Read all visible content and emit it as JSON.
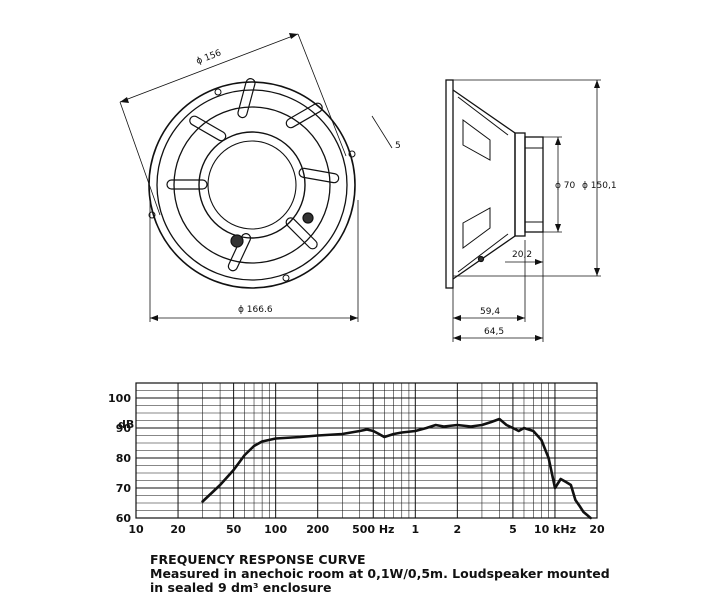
{
  "dimensions": {
    "front": {
      "outer_diameter": "ϕ 156",
      "mount_offset": "5",
      "total_width": "ϕ 166.6"
    },
    "side": {
      "magnet_diameter": "ϕ 70",
      "cone_diameter": "ϕ 150,1",
      "magnet_depth": "20,2",
      "depth": "59,4",
      "total_depth": "64,5"
    }
  },
  "caption": {
    "title": "FREQUENCY RESPONSE CURVE",
    "line1": "Measured in anechoic room at 0,1W/0,5m. Loudspeaker mounted",
    "line2": "in sealed 9 dm³ enclosure"
  },
  "chart_data": {
    "type": "line",
    "ylabel": "dB",
    "x_scale": "log",
    "xlim": [
      10,
      20000
    ],
    "ylim": [
      60,
      105
    ],
    "grid": true,
    "xticks": [
      {
        "value": 10,
        "label": "10"
      },
      {
        "value": 20,
        "label": "20"
      },
      {
        "value": 50,
        "label": "50"
      },
      {
        "value": 100,
        "label": "100"
      },
      {
        "value": 200,
        "label": "200"
      },
      {
        "value": 500,
        "label": "500 Hz"
      },
      {
        "value": 1000,
        "label": "1"
      },
      {
        "value": 2000,
        "label": "2"
      },
      {
        "value": 5000,
        "label": "5"
      },
      {
        "value": 10000,
        "label": "10 kHz"
      },
      {
        "value": 20000,
        "label": "20"
      }
    ],
    "yticks": [
      {
        "value": 60,
        "label": "60"
      },
      {
        "value": 70,
        "label": "70"
      },
      {
        "value": 80,
        "label": "80"
      },
      {
        "value": 90,
        "label": "90"
      },
      {
        "value": 100,
        "label": "100"
      }
    ],
    "series": [
      {
        "x": [
          30,
          40,
          50,
          60,
          70,
          80,
          100,
          150,
          200,
          300,
          400,
          450,
          500,
          550,
          600,
          700,
          800,
          1000,
          1200,
          1400,
          1600,
          2000,
          2500,
          3000,
          3500,
          4000,
          4500,
          5000,
          5500,
          6000,
          7000,
          8000,
          9000,
          10000,
          11000,
          12000,
          13000,
          14000,
          15000,
          16000,
          17000,
          18000
        ],
        "y": [
          65.5,
          71,
          76,
          81,
          84,
          85.5,
          86.5,
          87,
          87.5,
          88,
          89,
          89.5,
          89,
          88,
          87,
          88,
          88.5,
          89,
          90,
          91,
          90.5,
          91,
          90.5,
          91,
          92,
          93,
          91,
          90,
          89,
          90,
          89,
          86,
          80,
          70,
          73,
          72,
          71,
          66,
          64,
          62,
          61,
          60
        ]
      }
    ]
  }
}
